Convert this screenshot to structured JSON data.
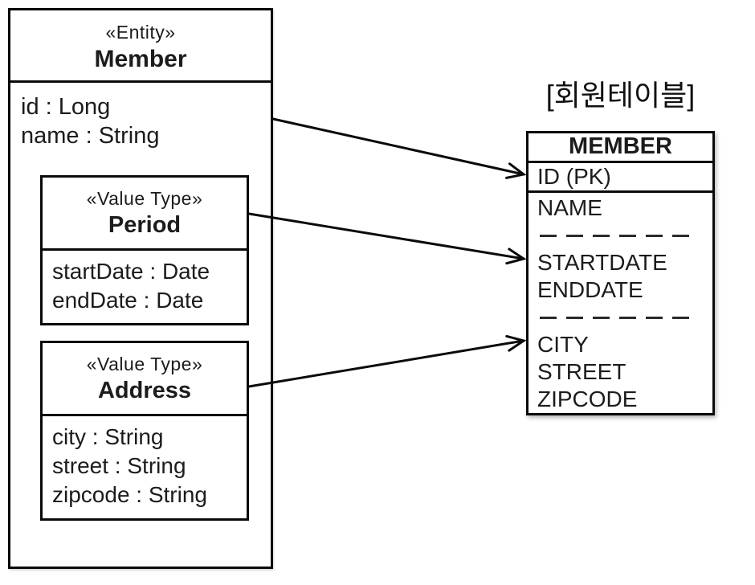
{
  "diagram": {
    "entity": {
      "stereotype": "«Entity»",
      "name": "Member",
      "attributes": [
        "id : Long",
        "name : String"
      ]
    },
    "value_types": [
      {
        "stereotype": "«Value Type»",
        "name": "Period",
        "attributes": [
          "startDate : Date",
          "endDate : Date"
        ]
      },
      {
        "stereotype": "«Value Type»",
        "name": "Address",
        "attributes": [
          "city : String",
          "street : String",
          "zipcode : String"
        ]
      }
    ],
    "table": {
      "caption": "[회원테이블]",
      "name": "MEMBER",
      "pk_row": "ID (PK)",
      "columns": [
        "NAME",
        "STARTDATE",
        "ENDDATE",
        "CITY",
        "STREET",
        "ZIPCODE"
      ]
    },
    "colors": {
      "line": "#0a0a0a",
      "text": "#1c1c1c",
      "background": "#ffffff"
    }
  }
}
